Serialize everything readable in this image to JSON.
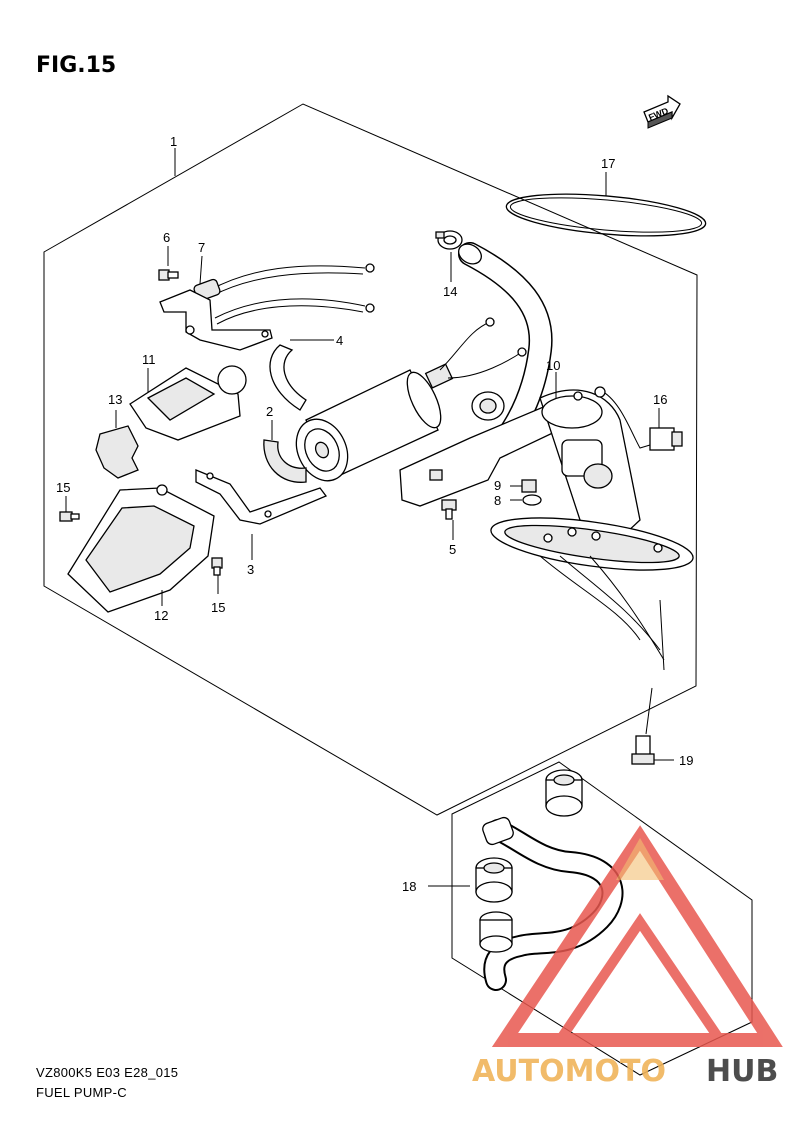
{
  "figure": {
    "title": "FIG.15",
    "model_code": "VZ800K5 E03 E28_015",
    "caption": "FUEL PUMP-C",
    "fwd_label": "FWD"
  },
  "callouts": [
    "1",
    "2",
    "3",
    "4",
    "5",
    "6",
    "7",
    "8",
    "9",
    "10",
    "11",
    "12",
    "13",
    "14",
    "15",
    "15",
    "16",
    "17",
    "18",
    "19"
  ],
  "watermark": {
    "part1": "AUTOMOTO",
    "part2": "HUB",
    "color_primary": "#e8584f",
    "color_secondary": "#f0b45a",
    "color_dark": "#3a3a3a"
  }
}
